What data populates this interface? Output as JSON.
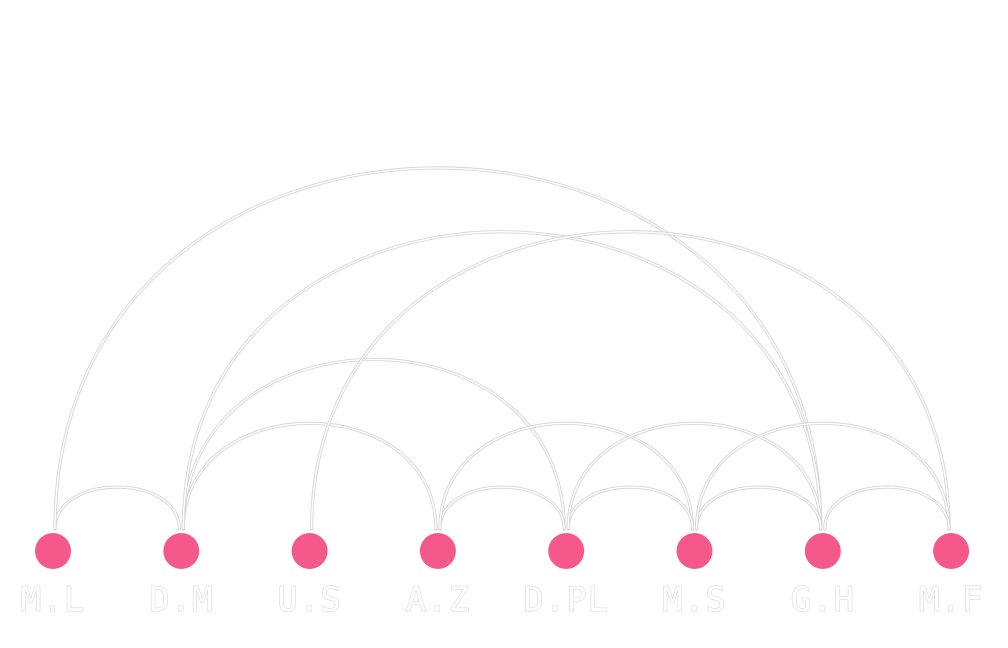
{
  "diagram": {
    "type": "arc-diagram",
    "node_color": "#f5588a",
    "edge_color": "#d6d6d6",
    "nodes": [
      {
        "id": "ML",
        "label": "M.L"
      },
      {
        "id": "DM",
        "label": "D.M"
      },
      {
        "id": "US",
        "label": "U.S"
      },
      {
        "id": "AZ",
        "label": "A.Z"
      },
      {
        "id": "DPL",
        "label": "D.PL"
      },
      {
        "id": "MS",
        "label": "M.S"
      },
      {
        "id": "GH",
        "label": "G.H"
      },
      {
        "id": "MF",
        "label": "M.F"
      }
    ],
    "edges": [
      [
        "ML",
        "DM"
      ],
      [
        "ML",
        "GH"
      ],
      [
        "DM",
        "AZ"
      ],
      [
        "DM",
        "DPL"
      ],
      [
        "DM",
        "GH"
      ],
      [
        "US",
        "MF"
      ],
      [
        "AZ",
        "DPL"
      ],
      [
        "AZ",
        "MS"
      ],
      [
        "DPL",
        "MS"
      ],
      [
        "DPL",
        "GH"
      ],
      [
        "MS",
        "GH"
      ],
      [
        "MS",
        "MF"
      ],
      [
        "GH",
        "MF"
      ]
    ]
  }
}
